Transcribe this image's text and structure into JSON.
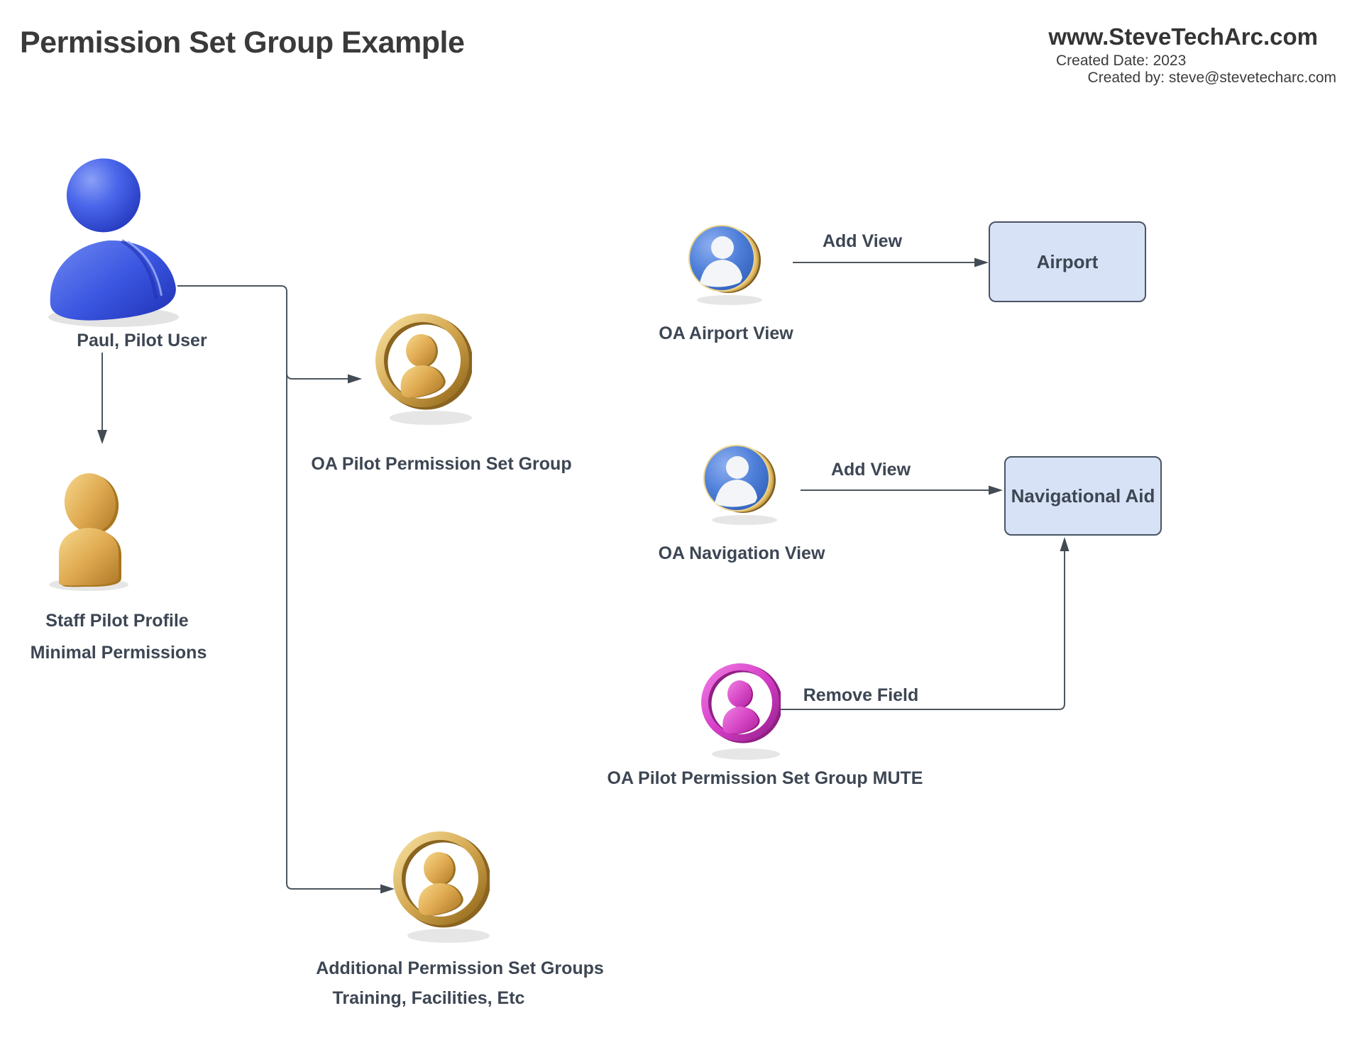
{
  "header": {
    "title": "Permission Set Group Example",
    "site": "www.SteveTechArc.com",
    "created_date": "Created Date: 2023",
    "created_by": "Created by: steve@stevetecharc.com"
  },
  "diagram": {
    "paul": {
      "label": "Paul, Pilot User",
      "icon": "person-3d-blue-icon"
    },
    "staff": {
      "label": "Staff Pilot Profile",
      "sublabel": "Minimal Permissions",
      "icon": "person-3d-gold-icon"
    },
    "psg": {
      "label": "OA Pilot Permission Set Group",
      "icon": "person-ring-gold-icon"
    },
    "additional": {
      "label": "Additional Permission Set Groups",
      "sublabel": "Training, Facilities, Etc",
      "icon": "person-ring-gold-icon"
    },
    "airport_view": {
      "label": "OA Airport View",
      "icon": "person-disc-blue-icon"
    },
    "navigation_view": {
      "label": "OA Navigation View",
      "icon": "person-disc-blue-icon"
    },
    "mute": {
      "label": "OA Pilot Permission Set Group MUTE",
      "icon": "person-ring-pink-icon"
    },
    "airport_box": {
      "label": "Airport"
    },
    "nav_aid_box": {
      "label": "Navigational Aid"
    },
    "edges": {
      "add_view_airport": {
        "label": "Add View"
      },
      "add_view_nav": {
        "label": "Add View"
      },
      "remove_field": {
        "label": "Remove Field"
      }
    }
  },
  "colors": {
    "label_text": "#3d4653",
    "title_text": "#3a3a3a",
    "box_fill": "#d7e2f6",
    "box_border": "#4a5463",
    "connector": "#4d565e",
    "blue_icon": "#3a55e0",
    "gold_icon": "#d3a74f",
    "pink_icon": "#d63fc8"
  }
}
